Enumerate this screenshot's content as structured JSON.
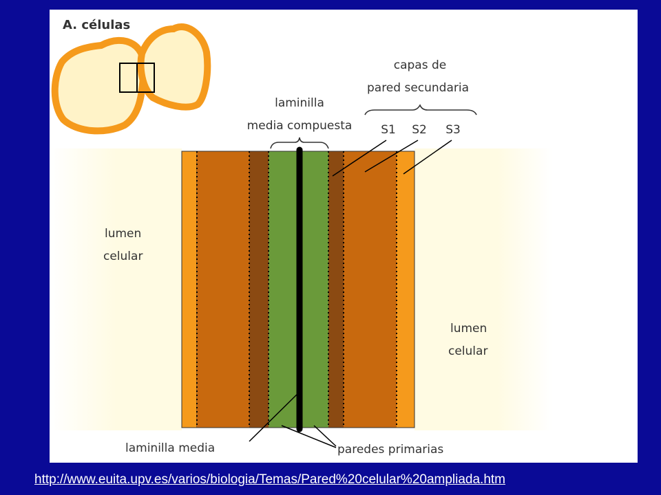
{
  "diagram": {
    "title": "A. células",
    "labels": {
      "capas_line1": "capas de",
      "capas_line2": "pared secundaria",
      "lamcomp_line1": "laminilla",
      "lamcomp_line2": "media compuesta",
      "s1": "S1",
      "s2": "S2",
      "s3": "S3",
      "lumen_left_line1": "lumen",
      "lumen_left_line2": "celular",
      "lumen_right_line1": "lumen",
      "lumen_right_line2": "celular",
      "laminilla_media": "laminilla media",
      "paredes_primarias": "paredes primarias"
    }
  },
  "footer": {
    "link_text": "http://www.euita.upv.es/varios/biologia/Temas/Pared%20celular%20ampliada.htm"
  },
  "colors": {
    "background": "#0a0a96",
    "panel": "#ffffff",
    "lumen": "#fffbe3",
    "cell_fill": "#fff3c8",
    "s_outer_orange": "#f59a1c",
    "s_middle": "#c8690e",
    "s_inner_dark": "#8b4a12",
    "primary_wall": "#6a9a3a",
    "middle_lamella": "#000000"
  }
}
